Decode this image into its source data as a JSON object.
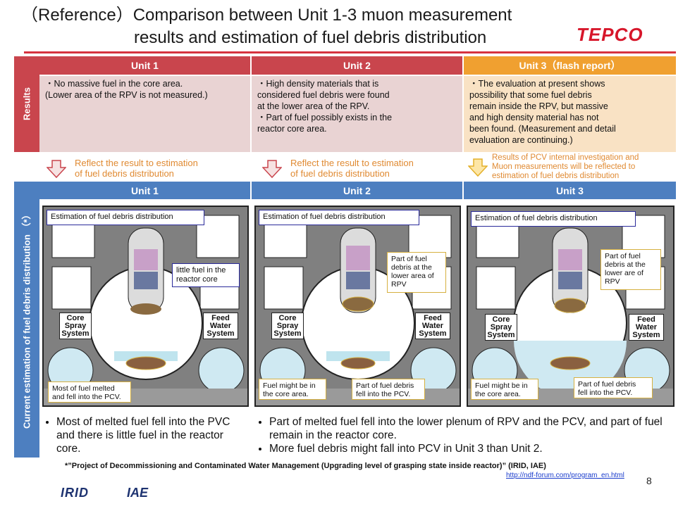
{
  "title": {
    "line1": "（Reference）Comparison between Unit 1-3 muon measurement",
    "line2": "results and estimation of fuel debris distribution"
  },
  "logo": "TEPCO",
  "side_labels": {
    "results": "Results",
    "current": "Current estimation of fuel debris distribution （*）"
  },
  "results_headers": [
    "Unit 1",
    "Unit 2",
    "Unit 3（flash report）"
  ],
  "results_text": [
    "・No massive fuel in the core area.\n(Lower area of the RPV is not measured.)",
    "・High density materials that is\n  considered fuel debris were found\n  at the lower area of the RPV.\n・Part of fuel possibly exists in the\n  reactor core area.",
    "・The evaluation at present shows\n  possibility that some fuel debris\n  remain inside the RPV, but massive\n  and high density material has not\n  been found. (Measurement  and detail\nevaluation are continuing.)"
  ],
  "arrows": [
    "Reflect the result to estimation\nof fuel debris distribution",
    "Reflect the result to estimation\nof fuel debris distribution",
    "Results of PCV internal investigation and\nMuon measurements will be reflected to\nestimation of fuel debris distribution"
  ],
  "unit_headers": [
    "Unit 1",
    "Unit 2",
    "Unit 3"
  ],
  "diagram_common": {
    "estimation_label": "Estimation of fuel debris distribution",
    "core_spray": "Core\nSpray\nSystem",
    "feed_water": "Feed\nWater\nSystem"
  },
  "diagram_unit1": {
    "callout_core": "little fuel in the\nreactor core",
    "callout_bottom": "Most of fuel melted\nand fell into the PCV."
  },
  "diagram_unit2": {
    "callout_core": "Part of fuel\ndebris at the\nlower area of\nRPV",
    "callout_left": "Fuel might be in\nthe core area.",
    "callout_right": "Part of fuel debris\nfell into the PCV."
  },
  "diagram_unit3": {
    "callout_core": "Part of fuel\ndebris at the\nlower are of\nRPV",
    "callout_left": "Fuel might be in\nthe core area.",
    "callout_right": "Part  of fuel debris\nfell into the PCV."
  },
  "conclusions": {
    "unit1": [
      "Most of melted fuel fell into the PVC and there is little fuel in the reactor core."
    ],
    "unit23": [
      "Part of melted fuel fell into the lower plenum of RPV and the PCV, and part of fuel remain in the reactor core.",
      "More fuel debris might fall into PCV in Unit 3 than Unit 2."
    ]
  },
  "footnote": "*”Project of Decommissioning and Contaminated Water Management (Upgrading level of grasping state inside reactor)” (IRID, IAE)",
  "link": "http://ndf-forum.com/program_en.html",
  "page_number": "8",
  "footer_logos": {
    "irid": "IRID",
    "iae": "IAE"
  },
  "colors": {
    "results_red": "#c9454d",
    "unit3_orange": "#f0a030",
    "blue": "#4d7fc0",
    "results_bg": "#e9d3d3",
    "arrow_text": "#e08a32"
  }
}
